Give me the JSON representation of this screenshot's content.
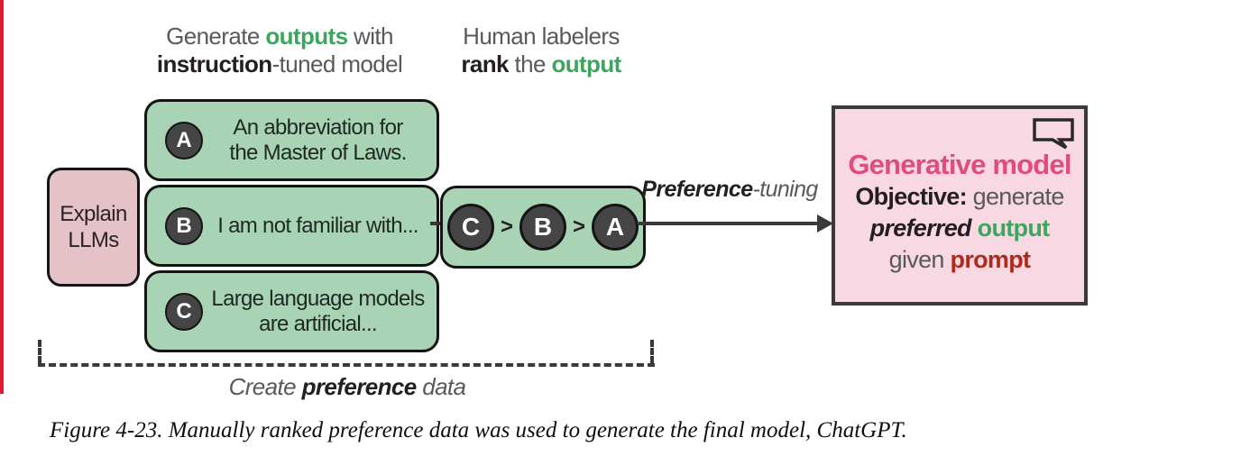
{
  "colors": {
    "green_box": "#a9d3b5",
    "pink_prompt_box": "#e5c2c7",
    "pink_model_box": "#f8d9e3",
    "badge_circle": "#454545",
    "green_text": "#3ca55e",
    "pink_title_text": "#e04c7c",
    "dark_red_text": "#ae2a1c",
    "gray_text": "#58595b",
    "dark_text": "#231f20",
    "red_margin_marker": "#e01a33",
    "arrow": "#3a3a3a"
  },
  "headers": {
    "generate": {
      "part1": "Generate ",
      "part2": "outputs",
      "part3": " with",
      "part4": "instruction",
      "part5": "-tuned model"
    },
    "rank": {
      "part1": "Human labelers",
      "part2": "rank",
      "part3": " the ",
      "part4": "output"
    }
  },
  "prompt_box": {
    "line1": "Explain",
    "line2": "LLMs"
  },
  "outputs": [
    {
      "id": "A",
      "lines": [
        "An abbreviation for",
        "the Master of Laws."
      ]
    },
    {
      "id": "B",
      "lines": [
        "I am not familiar with..."
      ]
    },
    {
      "id": "C",
      "lines": [
        "Large language models",
        "are artificial..."
      ]
    }
  ],
  "ranking": {
    "items": [
      "C",
      "B",
      "A"
    ],
    "separator": ">"
  },
  "arrow_label": {
    "bold": "Preference",
    "rest": "-tuning"
  },
  "generative_model": {
    "icon": "speech-bubble-icon",
    "title": "Generative model",
    "objective_label": "Objective:",
    "objective_rest": " generate",
    "preferred": "preferred",
    "output": " output",
    "given": "given ",
    "prompt": "prompt"
  },
  "bracket_label": {
    "pre": "Create ",
    "bold": "preference",
    "post": " data"
  },
  "caption": "Figure 4-23. Manually ranked preference data was used to generate the final model, ChatGPT."
}
